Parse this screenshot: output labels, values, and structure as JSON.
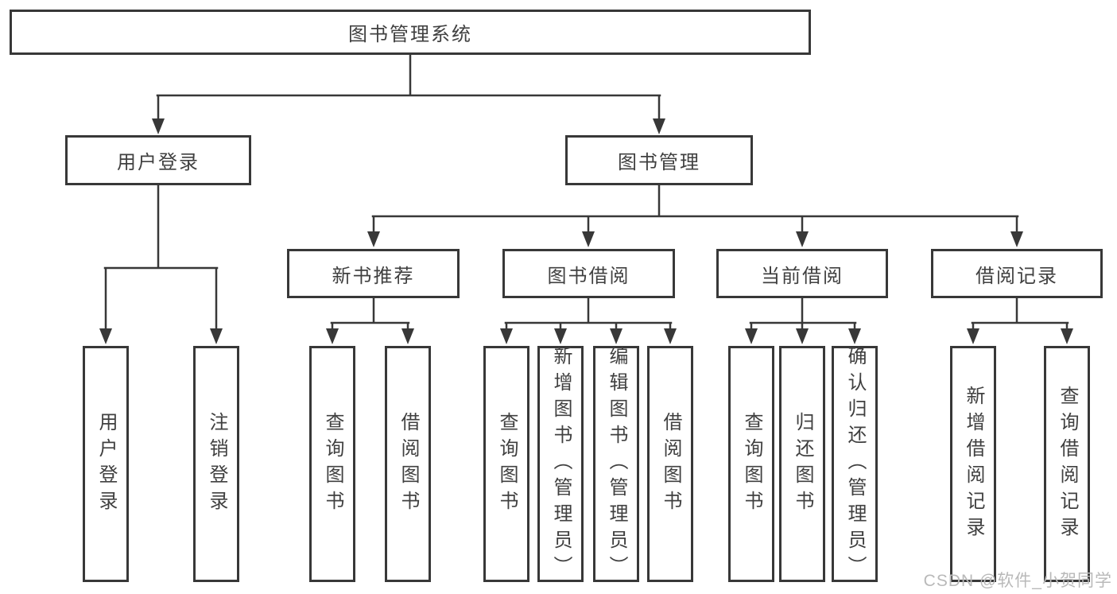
{
  "tree": {
    "root": {
      "label": "图书管理系统"
    },
    "branches": [
      {
        "label": "用户登录",
        "children": [
          {
            "label": "用户登录"
          },
          {
            "label": "注销登录"
          }
        ]
      },
      {
        "label": "图书管理",
        "groups": [
          {
            "label": "新书推荐",
            "children": [
              {
                "label": "查询图书"
              },
              {
                "label": "借阅图书"
              }
            ]
          },
          {
            "label": "图书借阅",
            "children": [
              {
                "label": "查询图书"
              },
              {
                "label": "新增图书（管理员）"
              },
              {
                "label": "编辑图书（管理员）"
              },
              {
                "label": "借阅图书"
              }
            ]
          },
          {
            "label": "当前借阅",
            "children": [
              {
                "label": "查询图书"
              },
              {
                "label": "归还图书"
              },
              {
                "label": "确认归还（管理员）"
              }
            ]
          },
          {
            "label": "借阅记录",
            "children": [
              {
                "label": "新增借阅记录"
              },
              {
                "label": "查询借阅记录"
              }
            ]
          }
        ]
      }
    ]
  },
  "watermark": {
    "text": "CSDN @软件_小贺同学"
  },
  "colors": {
    "line": "#383838",
    "box_border": "#383838",
    "box_background": "#ffffff",
    "text": "#404040",
    "watermark": "#b9b9b9",
    "page_background": "#ffffff"
  }
}
